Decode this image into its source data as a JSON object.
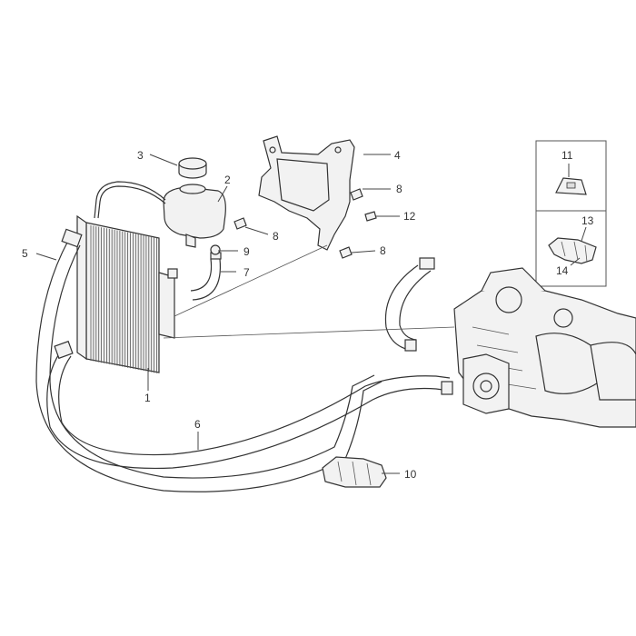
{
  "diagram": {
    "callouts": [
      {
        "id": "c1",
        "text": "1"
      },
      {
        "id": "c2",
        "text": "2"
      },
      {
        "id": "c3",
        "text": "3"
      },
      {
        "id": "c4",
        "text": "4"
      },
      {
        "id": "c5",
        "text": "5"
      },
      {
        "id": "c6",
        "text": "6"
      },
      {
        "id": "c7",
        "text": "7"
      },
      {
        "id": "c8a",
        "text": "8"
      },
      {
        "id": "c8b",
        "text": "8"
      },
      {
        "id": "c8c",
        "text": "8"
      },
      {
        "id": "c9",
        "text": "9"
      },
      {
        "id": "c10",
        "text": "10"
      },
      {
        "id": "c11",
        "text": "11"
      },
      {
        "id": "c12",
        "text": "12"
      },
      {
        "id": "c13",
        "text": "13"
      },
      {
        "id": "c14",
        "text": "14"
      }
    ]
  }
}
